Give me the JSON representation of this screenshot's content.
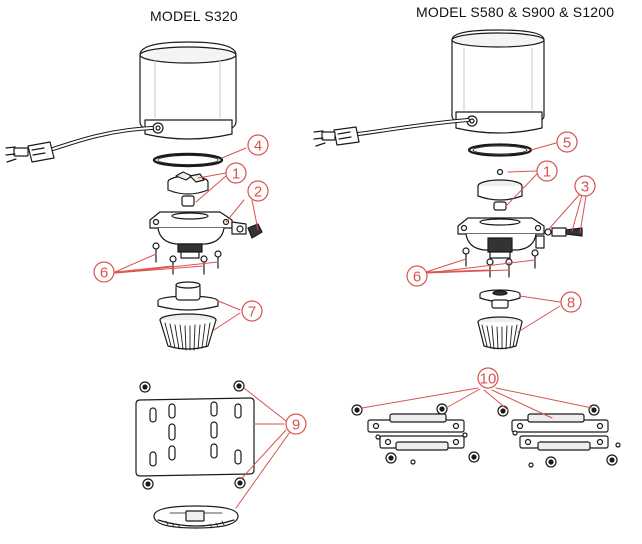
{
  "titles": {
    "left": "MODEL S320",
    "right": "MODEL S580 & S900 & S1200"
  },
  "callouts": [
    {
      "id": "c1a",
      "label": "1"
    },
    {
      "id": "c1b",
      "label": "1"
    },
    {
      "id": "c2",
      "label": "2"
    },
    {
      "id": "c3",
      "label": "3"
    },
    {
      "id": "c4",
      "label": "4"
    },
    {
      "id": "c5",
      "label": "5"
    },
    {
      "id": "c6a",
      "label": "6"
    },
    {
      "id": "c6b",
      "label": "6"
    },
    {
      "id": "c7",
      "label": "7"
    },
    {
      "id": "c8",
      "label": "8"
    },
    {
      "id": "c9",
      "label": "9"
    },
    {
      "id": "c10",
      "label": "10"
    }
  ],
  "colors": {
    "line": "#1a1a1a",
    "callout": "#d9534f",
    "fill": "#ffffff",
    "shade": "#dddddd"
  }
}
